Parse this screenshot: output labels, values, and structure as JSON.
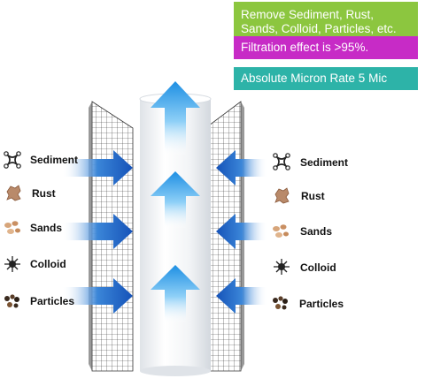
{
  "badges": {
    "removes": "Remove Sediment, Rust, Sands, Colloid, Particles, etc.",
    "efficiency": "Filtration effect is >95%.",
    "micron": "Absolute Micron Rate 5 Mic"
  },
  "contaminants": {
    "left": [
      "Sediment",
      "Rust",
      "Sands",
      "Colloid",
      "Particles"
    ],
    "right": [
      "Sediment",
      "Rust",
      "Sands",
      "Colloid",
      "Particles"
    ]
  },
  "colors": {
    "badge_green": "#8cc63f",
    "badge_magenta": "#c72bc6",
    "badge_teal": "#2db3a8",
    "arrow_blue": "#1f63c6",
    "flow_arrow": "#3aa3ee"
  }
}
